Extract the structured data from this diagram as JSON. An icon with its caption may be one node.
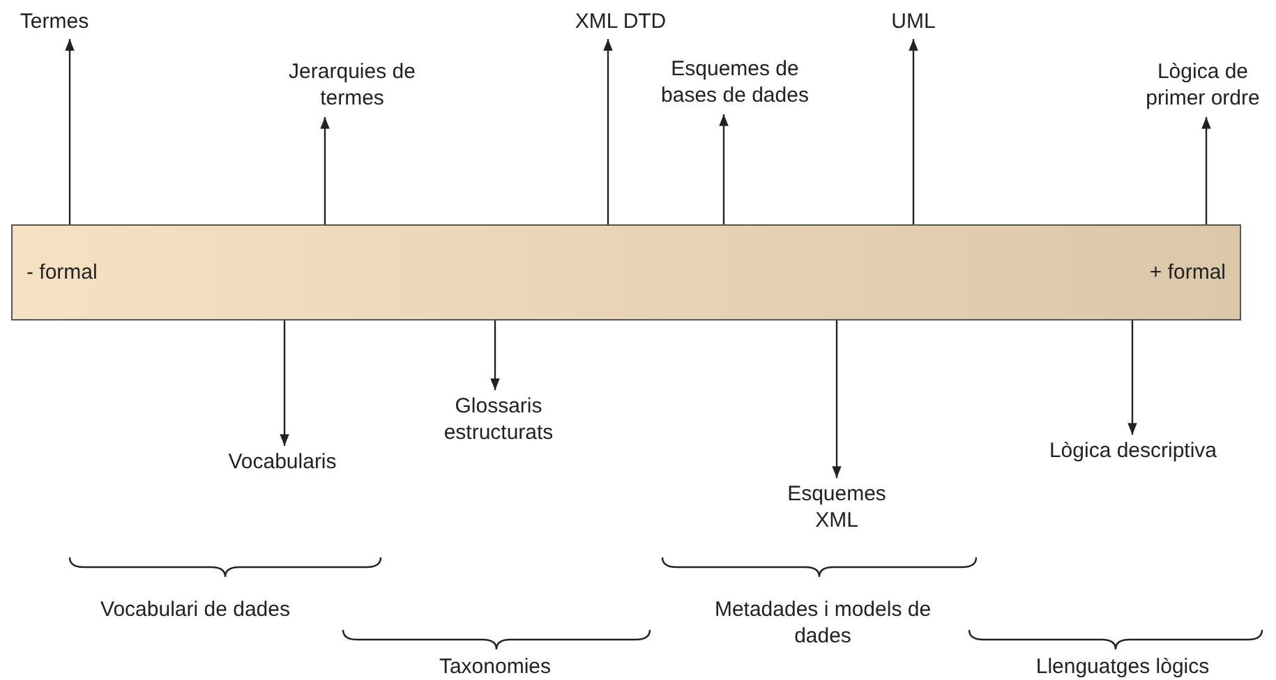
{
  "diagram": {
    "nodes": [
      {
        "text": [
          "Termes"
        ]
      },
      {
        "text": [
          "Jerarquies de termes"
        ]
      },
      {
        "text": [
          "XML DTD"
        ]
      },
      {
        "text": [
          "Esquemes de bases de dades"
        ]
      },
      {
        "text": [
          "UML"
        ]
      },
      {
        "text": [
          "Lògica de primer ordre"
        ]
      },
      {
        "text": [
          "- formal",
          "+ formal"
        ]
      },
      {
        "text": [
          "Vocabularis"
        ]
      },
      {
        "text": [
          "Glossaris estructurats"
        ]
      },
      {
        "text": [
          "Esquemes XML"
        ]
      },
      {
        "text": [
          "Lògica descriptiva"
        ]
      }
    ],
    "edges": [
      {
        "from": 6,
        "to": 0,
        "arrow": "to"
      },
      {
        "from": 6,
        "to": 1,
        "arrow": "to"
      },
      {
        "from": 6,
        "to": 2,
        "arrow": "to"
      },
      {
        "from": 6,
        "to": 3,
        "arrow": "to"
      },
      {
        "from": 6,
        "to": 4,
        "arrow": "to"
      },
      {
        "from": 6,
        "to": 5,
        "arrow": "to"
      },
      {
        "from": 6,
        "to": 7,
        "arrow": "to"
      },
      {
        "from": 6,
        "to": 8,
        "arrow": "to"
      },
      {
        "from": 6,
        "to": 9,
        "arrow": "to"
      },
      {
        "from": 6,
        "to": 10,
        "arrow": "to"
      }
    ],
    "labels": [
      "Vocabulari de dades",
      "Taxonomies",
      "Metadades i models de dades",
      "Llenguatges lògics"
    ]
  }
}
